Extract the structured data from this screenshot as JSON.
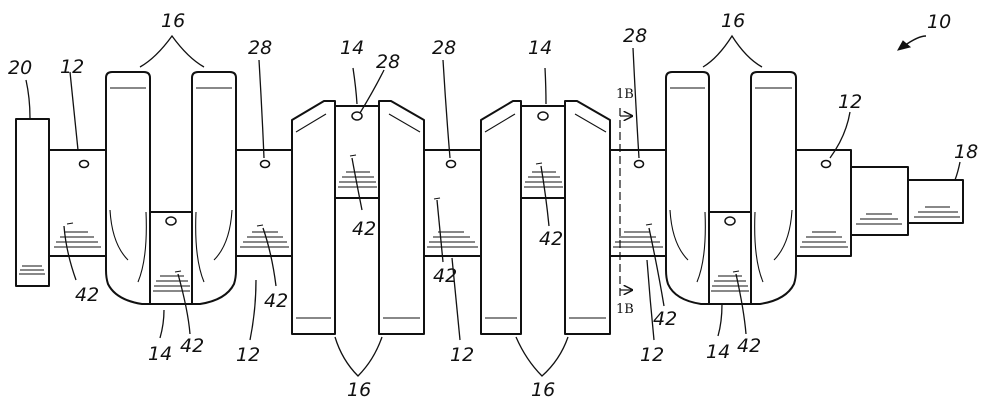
{
  "figure": {
    "labels": {
      "ref_10": "10",
      "ref_12": "12",
      "ref_14": "14",
      "ref_16": "16",
      "ref_18": "18",
      "ref_20": "20",
      "ref_28": "28",
      "ref_42": "42"
    },
    "section_marker": "1B",
    "colors": {
      "line": "#111111",
      "background": "#ffffff"
    }
  }
}
